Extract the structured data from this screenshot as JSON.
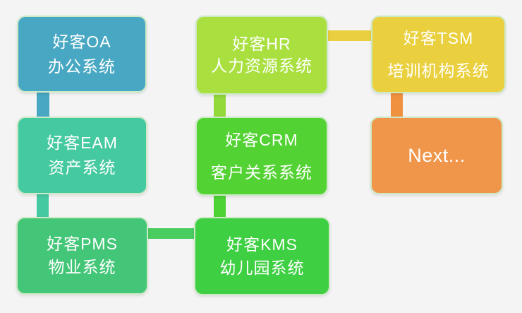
{
  "canvas": {
    "background": "#F4F4F4",
    "node_border_color": "#CDE9C6",
    "text_color": "#FFFFFF"
  },
  "diagram": {
    "type": "flow-diagram",
    "nodes": [
      {
        "id": "oa",
        "line1": "好客OA",
        "line2": "办公系统",
        "color": "#48A8C3"
      },
      {
        "id": "hr",
        "line1": "好客HR",
        "line2": "人力资源系统",
        "color": "#A9E03F"
      },
      {
        "id": "tsm",
        "line1": "好客TSM",
        "line2": "培训机构系统",
        "color": "#EAD03E"
      },
      {
        "id": "eam",
        "line1": "好客EAM",
        "line2": "资产系统",
        "color": "#45C9A0"
      },
      {
        "id": "crm",
        "line1": "好客CRM",
        "line2": "客户关系系统",
        "color": "#53D233"
      },
      {
        "id": "next",
        "line1": "Next...",
        "line2": "",
        "color": "#F0964A"
      },
      {
        "id": "pms",
        "line1": "好客PMS",
        "line2": "物业系统",
        "color": "#43C678"
      },
      {
        "id": "kms",
        "line1": "好客KMS",
        "line2": "幼儿园系统",
        "color": "#3ECF42"
      }
    ],
    "connectors": [
      {
        "id": "oa-eam",
        "from": "oa",
        "to": "eam",
        "orientation": "vertical",
        "color": "#48A8C3"
      },
      {
        "id": "hr-crm",
        "from": "hr",
        "to": "crm",
        "orientation": "vertical",
        "color": "#93D93C"
      },
      {
        "id": "hr-tsm",
        "from": "hr",
        "to": "tsm",
        "orientation": "horizontal",
        "color": "#EAD03E"
      },
      {
        "id": "tsm-next",
        "from": "tsm",
        "to": "next",
        "orientation": "vertical",
        "color": "#F0913F"
      },
      {
        "id": "eam-pms",
        "from": "eam",
        "to": "pms",
        "orientation": "vertical",
        "color": "#45C9A0"
      },
      {
        "id": "crm-kms",
        "from": "crm",
        "to": "kms",
        "orientation": "vertical",
        "color": "#4ED334"
      },
      {
        "id": "pms-kms",
        "from": "pms",
        "to": "kms",
        "orientation": "horizontal",
        "color": "#49CD60"
      }
    ]
  }
}
